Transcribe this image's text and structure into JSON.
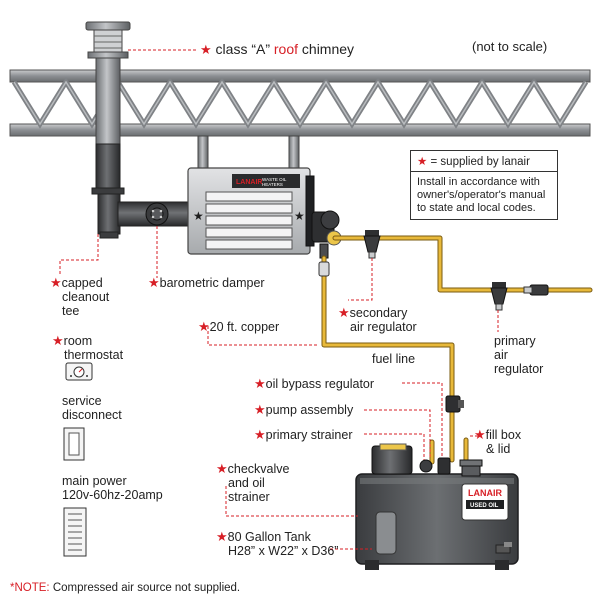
{
  "header": {
    "chimney_prefix": "class “A”",
    "chimney_roof": "roof",
    "chimney_suffix": "chimney",
    "scale_note": "(not to scale)"
  },
  "legend": {
    "star_text": "= supplied by lanair",
    "install_text": "Install in accordance with owner's/operator's manual to state and local codes."
  },
  "labels": {
    "capped_cleanout_tee": [
      "capped",
      "cleanout",
      "tee"
    ],
    "barometric_damper": "barometric damper",
    "secondary_air_regulator": [
      "secondary",
      "air regulator"
    ],
    "primary_air_regulator": [
      "primary",
      "air",
      "regulator"
    ],
    "copper": "20 ft. copper",
    "fuel_line": "fuel line",
    "room_thermostat": [
      "room",
      "thermostat"
    ],
    "service_disconnect": [
      "service",
      "disconnect"
    ],
    "main_power": [
      "main power",
      "120v-60hz-20amp"
    ],
    "oil_bypass_regulator": "oil bypass regulator",
    "pump_assembly": "pump assembly",
    "primary_strainer": "primary strainer",
    "fill_box": [
      "fill box",
      "& lid"
    ],
    "checkvalve": [
      "checkvalve",
      "and oil",
      "strainer"
    ],
    "tank": [
      "80 Gallon Tank",
      "H28” x W22” x D36”"
    ]
  },
  "heater_badge": [
    "LANAIR",
    "WASTE OIL",
    "HEATERS"
  ],
  "tank_badge": [
    "LANAIR",
    "USED OIL"
  ],
  "note": {
    "prefix": "*NOTE:",
    "text": "Compressed air source not supplied."
  },
  "colors": {
    "star_red": "#d71f26",
    "fuel_line_yellow": "#e8b93a",
    "steel_gray": "#8e9296",
    "dark_gray": "#3c3e41"
  }
}
